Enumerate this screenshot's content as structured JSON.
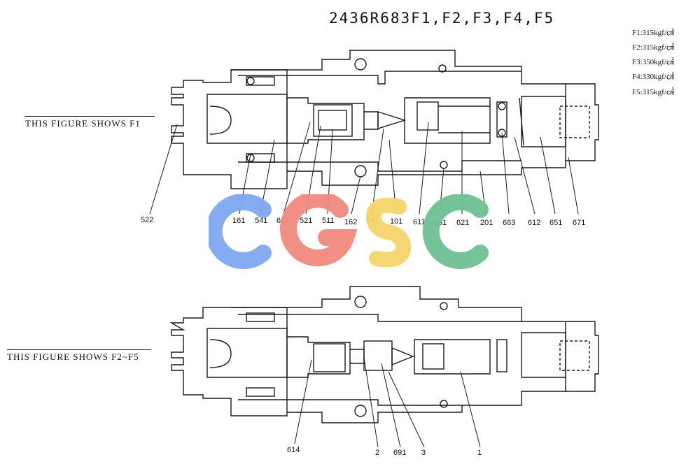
{
  "title": "2436R683F1,F2,F3,F4,F5",
  "specs": [
    "F1:315kgf/㎠",
    "F2:315kgf/㎠",
    "F3:350kgf/㎠",
    "F4:330kgf/㎠",
    "F5:315kgf/㎠"
  ],
  "captions": {
    "top": "THIS FIGURE SHOWS F1",
    "bottom": "THIS FIGURE SHOWS F2~F5"
  },
  "top_parts": [
    "522",
    "161",
    "541",
    "613",
    "521",
    "511",
    "162",
    "641",
    "101",
    "611",
    "261",
    "621",
    "201",
    "663",
    "612",
    "651",
    "671"
  ],
  "bottom_parts": [
    "614",
    "2",
    "691",
    "3",
    "1"
  ],
  "watermark": {
    "letters": [
      "C",
      "G",
      "S",
      "C"
    ],
    "colors": [
      "#7ea8ef",
      "#ef8a7e",
      "#f5d46a",
      "#6fbf94"
    ]
  }
}
